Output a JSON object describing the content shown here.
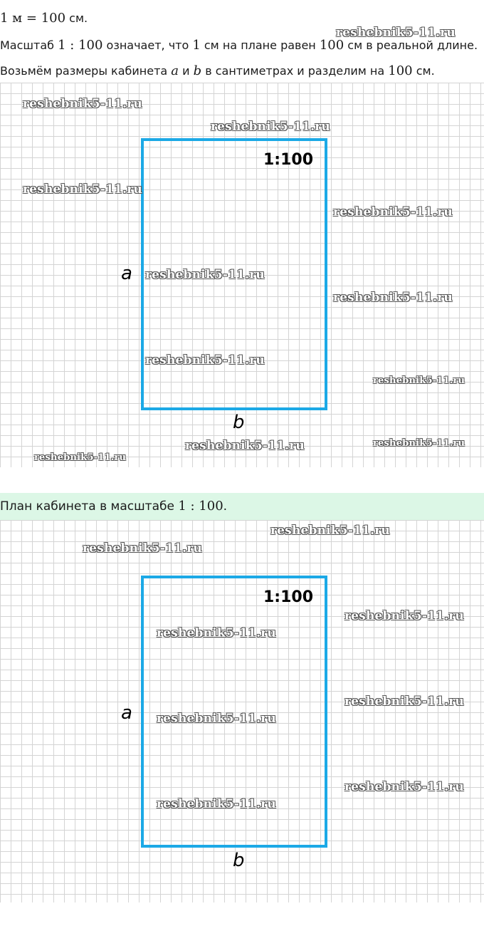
{
  "text": {
    "line1": {
      "math": "1 м = 100",
      "tail": " см."
    },
    "line2": {
      "prefix": "Масштаб ",
      "scale": "1 : 100",
      "mid": " означает, что ",
      "one": "1",
      "mid2": " см на плане равен ",
      "hundred": "100",
      "tail": " см в реальной длине."
    },
    "line3": {
      "prefix": "Возьмём размеры кабинета ",
      "a": "a",
      "and": " и ",
      "b": "b",
      "mid": " в сантиметрах и разделим на ",
      "hundred": "100",
      "tail": " см."
    },
    "note": {
      "prefix": "План кабинета в масштабе ",
      "scale": "1 : 100",
      "tail": "."
    }
  },
  "plan1": {
    "scale_label": "1:100",
    "side_a": "a",
    "side_b": "b"
  },
  "plan2": {
    "scale_label": "1:100",
    "side_a": "a",
    "side_b": "b"
  },
  "watermark": "reshebnik5-11.ru",
  "colors": {
    "rect": "#1ca9e6",
    "note_bg": "#dcf7e6",
    "grid": "#d4d4d4"
  }
}
